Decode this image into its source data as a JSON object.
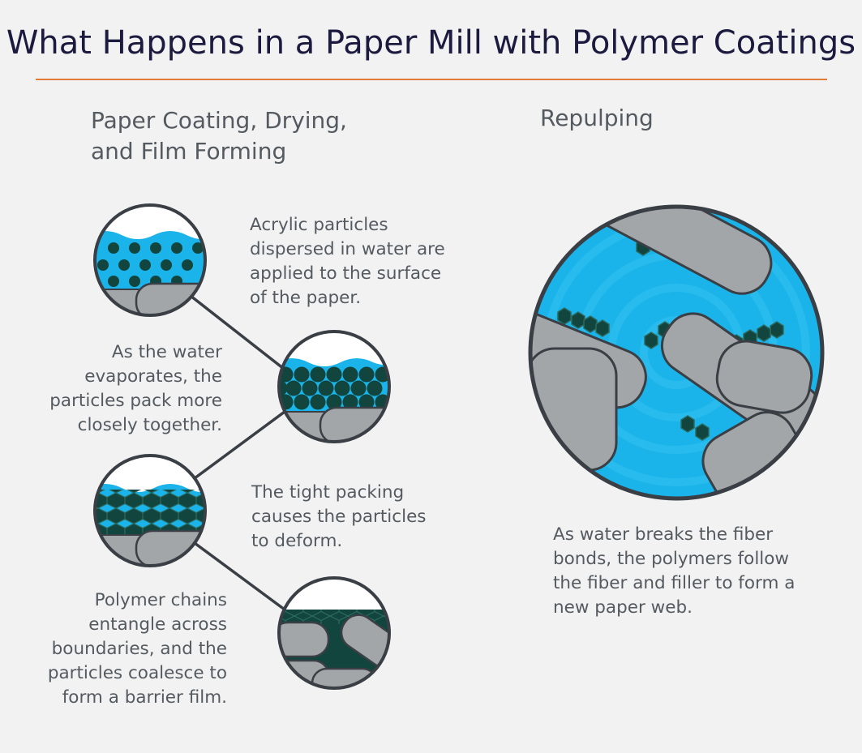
{
  "title": "What Happens in a Paper Mill with Polymer Coatings",
  "left_heading": [
    "Paper Coating, Drying,",
    "and Film Forming"
  ],
  "right_heading": "Repulping",
  "steps": [
    [
      "Acrylic particles",
      "dispersed in water are",
      "applied to the surface",
      "of the paper."
    ],
    [
      "As the water",
      "evaporates, the",
      "particles pack more",
      "closely together."
    ],
    [
      "The tight packing",
      "causes the particles",
      "to deform."
    ],
    [
      "Polymer chains",
      "entangle across",
      "boundaries, and the",
      "particles coalesce to",
      "form a barrier film."
    ]
  ],
  "repulping_caption": [
    "As water breaks the fiber",
    "bonds, the polymers follow",
    "the fiber and filler to form a",
    "new paper web."
  ],
  "colors": {
    "water": "#1ab4ea",
    "particle": "#11453e",
    "fiber": "#a3a6a8",
    "outline": "#3a3e45",
    "accent_rule": "#e07b39",
    "title": "#1c1b3f",
    "text": "#545a60"
  }
}
